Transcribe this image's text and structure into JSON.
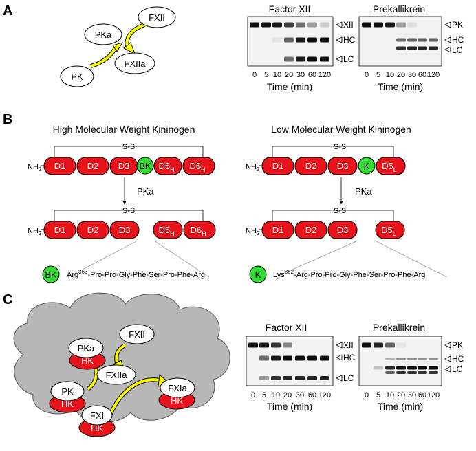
{
  "panels": {
    "A": {
      "letter": "A",
      "cycle": {
        "pka": "PKa",
        "fxii": "FXII",
        "pk": "PK",
        "fxiia": "FXIIa"
      },
      "gel_fxii": {
        "title": "Factor XII",
        "lanes": [
          "0",
          "5",
          "10",
          "20",
          "30",
          "60",
          "120"
        ],
        "xlabel": "Time (min)",
        "bands": [
          "XII",
          "HC",
          "LC"
        ]
      },
      "gel_pk": {
        "title": "Prekallikrein",
        "lanes": [
          "0",
          "5",
          "10",
          "20",
          "30",
          "60",
          "120"
        ],
        "xlabel": "Time (min)",
        "bands": [
          "PK",
          "HC",
          "LC"
        ]
      }
    },
    "B": {
      "letter": "B",
      "hk": {
        "title": "High Molecular Weight Kininogen",
        "ss": "S-S",
        "nh2": "NH",
        "nh2_sub": "2",
        "d1": "D1",
        "d2": "D2",
        "d3": "D3",
        "bk": "BK",
        "d5": "D5",
        "d5_sub": "H",
        "d6": "D6",
        "d6_sub": "H",
        "enzyme": "PKa",
        "pep_label": "BK",
        "pep_start": "Arg",
        "pep_sup": "363",
        "pep_rest": "-Pro-Pro-Gly-Phe-Ser-Pro-Phe-Arg"
      },
      "lk": {
        "title": "Low Molecular Weight Kininogen",
        "ss": "S-S",
        "nh2": "NH",
        "nh2_sub": "2",
        "d1": "D1",
        "d2": "D2",
        "d3": "D3",
        "k": "K",
        "d5": "D5",
        "d5_sub": "L",
        "enzyme": "PKa",
        "pep_label": "K",
        "pep_start": "Lys",
        "pep_sup": "362",
        "pep_rest": "-Arg-Pro-Pro-Gly-Phe-Ser-Pro-Phe-Arg"
      }
    },
    "C": {
      "letter": "C",
      "cloud": {
        "pka": "PKa",
        "hk": "HK",
        "fxii": "FXII",
        "fxiia": "FXIIa",
        "pk": "PK",
        "fxi": "FXI",
        "fxia": "FXIa"
      },
      "gel_fxii": {
        "title": "Factor XII",
        "lanes": [
          "0",
          "5",
          "10",
          "20",
          "30",
          "60",
          "120"
        ],
        "xlabel": "Time (min)",
        "bands": [
          "XII",
          "HC",
          "LC"
        ]
      },
      "gel_pk": {
        "title": "Prekallikrein",
        "lanes": [
          "0",
          "5",
          "10",
          "20",
          "30",
          "60",
          "120"
        ],
        "xlabel": "Time (min)",
        "bands": [
          "PK",
          "HC",
          "LC"
        ]
      }
    }
  },
  "colors": {
    "domain_red": "#e8141b",
    "kinin_green": "#33dd33",
    "arrow_yellow": "#ffff00",
    "cloud_gray": "#b7b7b7"
  }
}
